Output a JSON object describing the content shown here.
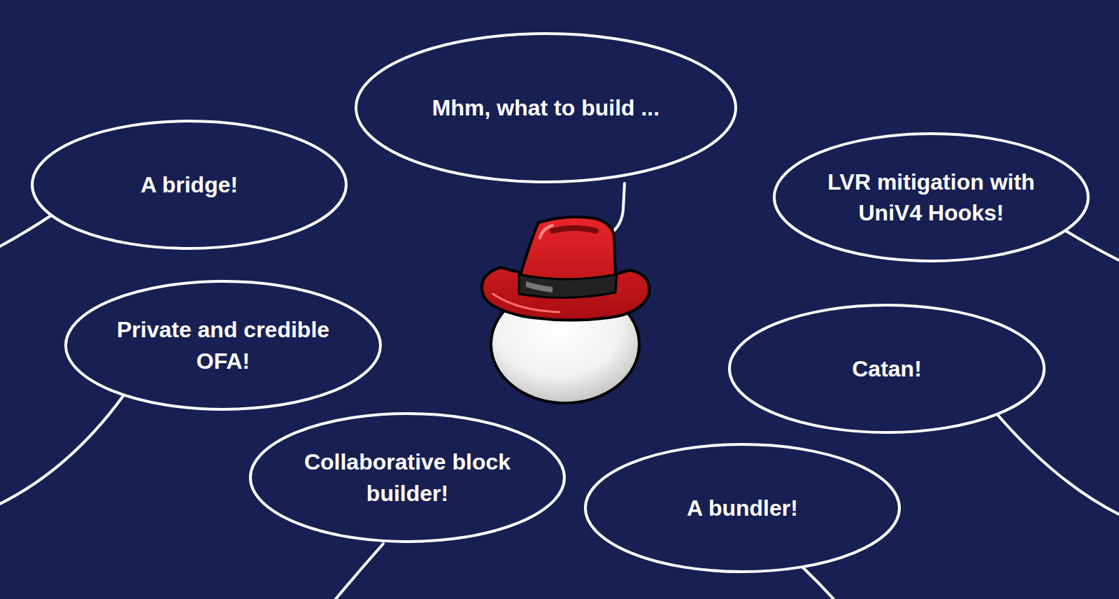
{
  "diagram": {
    "nodes": [
      {
        "text": [
          "Mhm, what to build ..."
        ]
      },
      {
        "text": [
          "A bridge!"
        ]
      },
      {
        "text": [
          "LVR mitigation with UniV4 Hooks!"
        ]
      },
      {
        "text": [
          "Private and credible OFA!"
        ]
      },
      {
        "text": [
          "Catan!"
        ]
      },
      {
        "text": [
          "Collaborative block builder!"
        ]
      },
      {
        "text": [
          "A bundler!"
        ]
      }
    ]
  }
}
